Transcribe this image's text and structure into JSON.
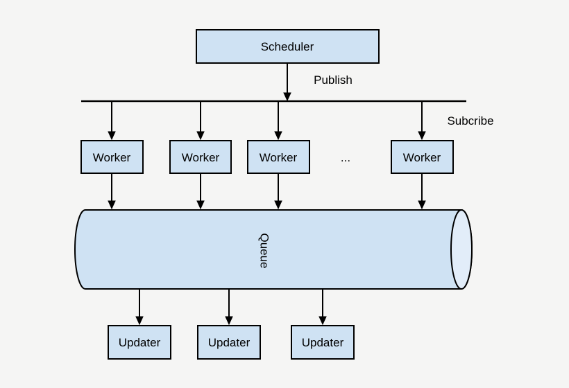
{
  "diagram": {
    "colors": {
      "background": "#f5f5f4",
      "node_fill": "#cfe2f3",
      "node_stroke": "#000000",
      "cylinder_cap_fill": "#e2edf9",
      "text": "#000000"
    },
    "scheduler": {
      "label": "Scheduler"
    },
    "publish_label": "Publish",
    "subscribe_label": "Subcribe",
    "workers": [
      "Worker",
      "Worker",
      "Worker",
      "Worker"
    ],
    "ellipsis": "...",
    "queue": {
      "label": "Queue"
    },
    "updaters": [
      "Updater",
      "Updater",
      "Updater"
    ]
  }
}
